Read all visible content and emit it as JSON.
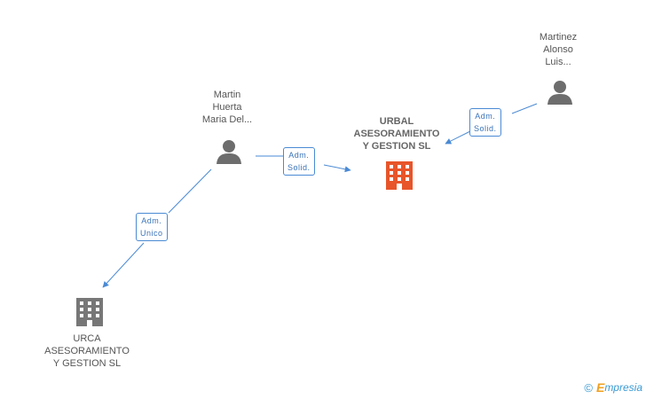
{
  "nodes": {
    "martin": {
      "lines": [
        "Martin",
        "Huerta",
        "Maria Del..."
      ]
    },
    "martinez": {
      "lines": [
        "Martinez",
        "Alonso",
        "Luis..."
      ]
    },
    "urbal": {
      "lines": [
        "URBAL",
        "ASESORAMIENTO",
        "Y GESTION SL"
      ]
    },
    "urca": {
      "lines": [
        "URCA",
        "ASESORAMIENTO",
        "Y GESTION SL"
      ]
    }
  },
  "edges": {
    "martin_urbal": {
      "lines": [
        "Adm.",
        "Solid."
      ]
    },
    "martinez_urbal": {
      "lines": [
        "Adm.",
        "Solid."
      ]
    },
    "martin_urca": {
      "lines": [
        "Adm.",
        "Unico"
      ]
    }
  },
  "colors": {
    "person": "#6d6d6d",
    "main_company": "#e8552a",
    "company": "#777777",
    "edge": "#4a8ad4"
  },
  "footer": {
    "copyright": "©",
    "brand_initial": "E",
    "brand_rest": "mpresia"
  }
}
